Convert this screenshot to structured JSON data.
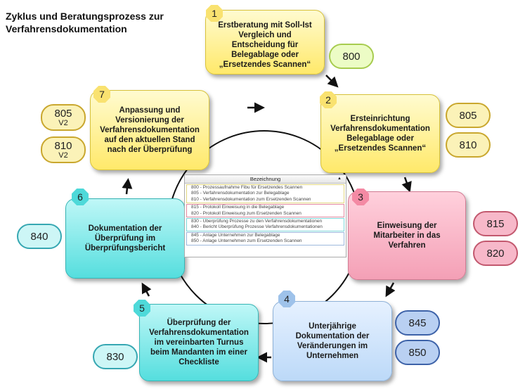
{
  "title": {
    "line1": "Zyklus und Beratungsprozess zur",
    "line2": "Verfahrensdokumentation"
  },
  "steps": [
    {
      "number": "1",
      "text": "Erstberatung mit Soll-Ist Vergleich und Entscheidung für Belegablage oder „Ersetzendes Scannen“"
    },
    {
      "number": "2",
      "text": "Ersteinrichtung Verfahrensdokumentation Belegablage oder „Ersetzendes Scannen“"
    },
    {
      "number": "3",
      "text": "Einweisung der Mitarbeiter in das Verfahren"
    },
    {
      "number": "4",
      "text": "Unterjährige Dokumentation der Veränderungen im Unternehmen"
    },
    {
      "number": "5",
      "text": "Überprüfung der Verfahrensdokumentation im vereinbarten Turnus beim Mandanten im einer Checkliste"
    },
    {
      "number": "6",
      "text": "Dokumentation der Überprüfung im Überprüfungsbericht"
    },
    {
      "number": "7",
      "text": "Anpassung und Versionierung der Verfahrensdokumentation auf den aktuellen Stand nach der Überprüfung"
    }
  ],
  "codes": {
    "s1": "800",
    "s2a": "805",
    "s2b": "810",
    "s3a": "815",
    "s3b": "820",
    "s4a": "845",
    "s4b": "850",
    "s5": "830",
    "s6": "840",
    "s7a": "805",
    "s7b": "810",
    "version": "V2"
  },
  "legend": {
    "header": "Bezeichnung",
    "rows": [
      "800 - Prozessaufnahme Fibu für Ersetzendes Scannen",
      "805 - Verfahrensdokumentation zur Belegablage",
      "810 - Verfahrensdokumentation zum Ersetzenden Scannen",
      "815 - Protokoll Einweisung in die Belegablage",
      "820 - Protokoll Einweisung zum Ersetzenden Scannen",
      "830 - Überprüfung Prozesse zu den Verfahrensdokumentationen",
      "840 - Bericht Überprüfung Prozesse Verfahrensdokumentationen",
      "845 - Anlage Unternehmen zur Belegablage",
      "850 - Anlage Unternehmen zum Ersetzenden Scannen"
    ]
  },
  "colors": {
    "yellow": "#ffe96a",
    "pink": "#f4a0b6",
    "blue": "#bcd9f8",
    "cyan": "#55dede"
  }
}
